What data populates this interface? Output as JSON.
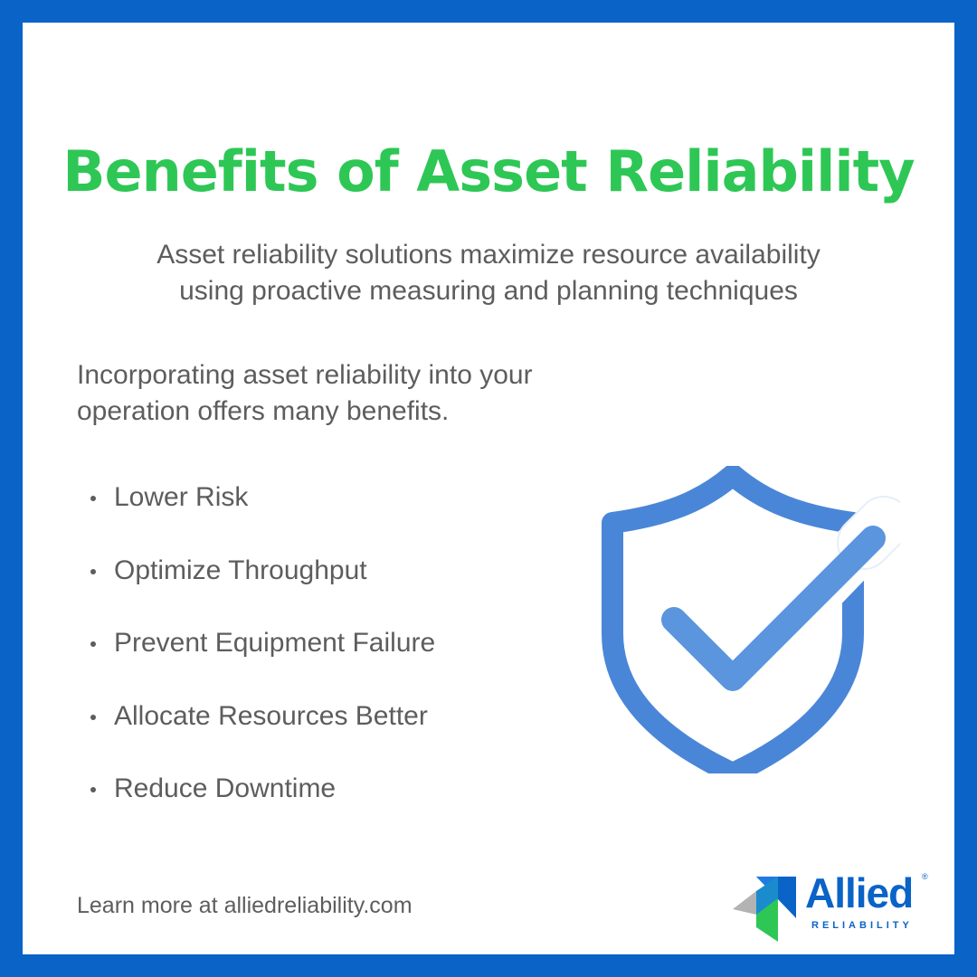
{
  "title": "Benefits of Asset Reliability",
  "subtitle_lines": [
    "Asset reliability solutions maximize resource availability",
    "using proactive measuring and planning techniques"
  ],
  "intro_lines": [
    "Incorporating asset reliability into your",
    "operation offers many benefits."
  ],
  "benefits": [
    "Lower Risk",
    "Optimize Throughput",
    "Prevent Equipment Failure",
    "Allocate Resources Better",
    "Reduce Downtime"
  ],
  "illustration": {
    "icon": "shield-check-icon"
  },
  "footer": "Learn more at  alliedreliability.com",
  "logo": {
    "name": "Allied",
    "registered": "®",
    "sub": "RELIABILITY"
  },
  "colors": {
    "frame": "#0a63c7",
    "title": "#2ec755",
    "body_text": "#5d5d5d",
    "shield": "#4a86d8",
    "check": "#5b95dd"
  }
}
